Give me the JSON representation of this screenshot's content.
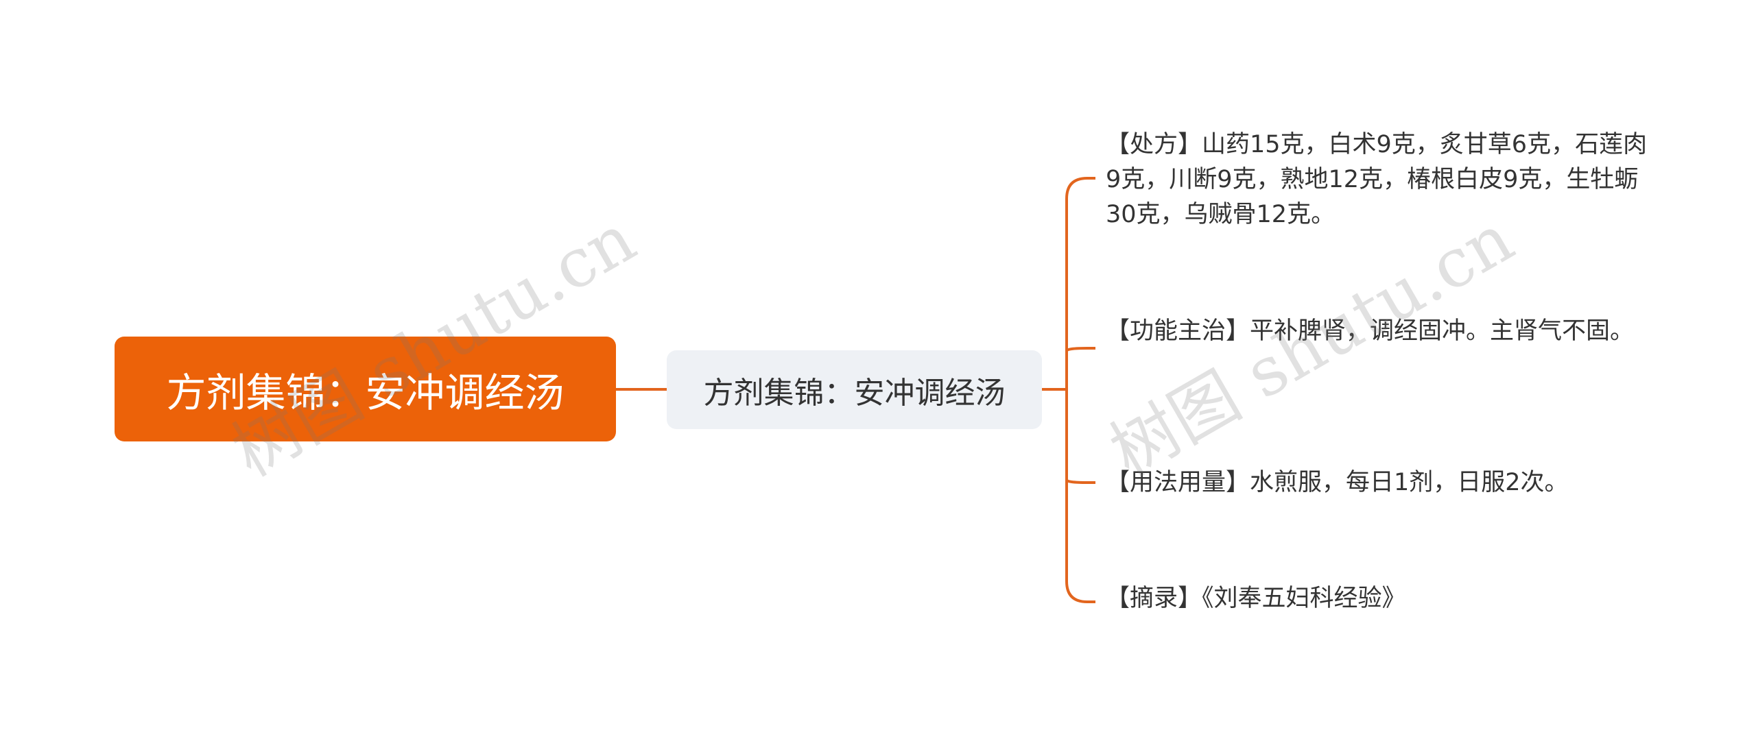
{
  "mindmap": {
    "root": {
      "label": "方剂集锦：安冲调经汤"
    },
    "center": {
      "label": "方剂集锦：安冲调经汤"
    },
    "leaves": [
      {
        "label": "【处方】山药15克，白术9克，炙甘草6克，石莲肉9克，川断9克，熟地12克，椿根白皮9克，生牡蛎30克，乌贼骨12克。"
      },
      {
        "label": "【功能主治】平补脾肾，调经固冲。主肾气不固。"
      },
      {
        "label": "【用法用量】水煎服，每日1剂，日服2次。"
      },
      {
        "label": "【摘录】《刘奉五妇科经验》"
      }
    ]
  },
  "watermark": {
    "text": "树图 shutu.cn"
  },
  "colors": {
    "accent": "#ec6209",
    "center_bg": "#eef1f5",
    "text": "#333333",
    "connector": "#e2651e"
  }
}
